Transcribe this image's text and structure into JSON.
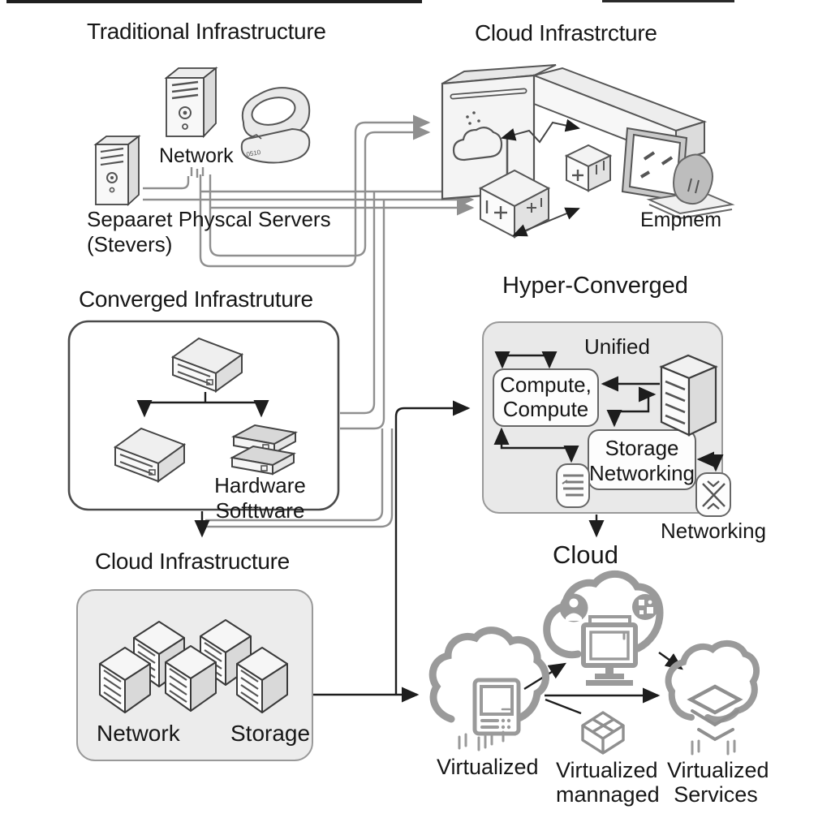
{
  "colors": {
    "ink": "#1a1a1a",
    "connector_gray": "#8f8f8f",
    "cloud_gray": "#9a9a9a",
    "hyper_box_fill": "#e9e9e9",
    "cloud_infra_box_fill": "#ececec",
    "shape_fill": "#f4f4f4",
    "background": "#ffffff"
  },
  "traditional": {
    "title": "Traditional Infrastructure",
    "network_label": "Network",
    "servers_label_line1": "Sepaaret Physcal Servers",
    "servers_label_line2": "(Stevers)",
    "router_code": "0510"
  },
  "cloud_top": {
    "title": "Cloud Infrastrcture",
    "plug_label": "Empnem"
  },
  "converged": {
    "title": "Converged Infrastruture",
    "hardware_label": "Hardware",
    "software_label": "Softtware"
  },
  "hyper": {
    "title": "Hyper-Converged",
    "unified_label": "Unified",
    "compute_line1": "Compute,",
    "compute_line2": "Compute",
    "storage_line1": "Storage",
    "storage_line2": "Networking",
    "networking_label": "Networking"
  },
  "cloud_infra": {
    "title": "Cloud Infrastructure",
    "network_label": "Network",
    "storage_label": "Storage"
  },
  "cloud": {
    "title": "Cloud",
    "virtualized_label": "Virtualized",
    "managed_line1": "Virtualized",
    "managed_line2": "mannaged",
    "services_line1": "Virtualized",
    "services_line2": "Services"
  },
  "icons": {
    "server-tower-icon": "3D tower server with vents and power ring",
    "router-device-icon": "rounded split network appliance",
    "cloud-panel-icon": "panel with cloud doodle and slot",
    "plus-cube-icon": "3D cube with plus mark",
    "outlet-icon": "tilted wall power socket",
    "plug-icon": "plug blob on base plate",
    "rack-appliance-icon": "flat 3D rack unit with slots",
    "stacked-switch-icon": "two thin stacked switches",
    "hyper-server-icon": "tall 3D server with stripes",
    "list-icon": "hamburger list lines",
    "mesh-icon": "woven X mesh",
    "cube-server-icon": "3D cube server with vent lines",
    "cloud-outline-icon": "thick gray cloud outline",
    "person-badge-icon": "person in filled circle",
    "chip-badge-icon": "chip squares in filled circle",
    "monitor-icon": "desktop monitor with stand",
    "card-server-icon": "card server with screen and dots",
    "wireframe-box-icon": "wireframe 3D gift box",
    "layer-diamond-icon": "flat diamond with chevrons"
  }
}
